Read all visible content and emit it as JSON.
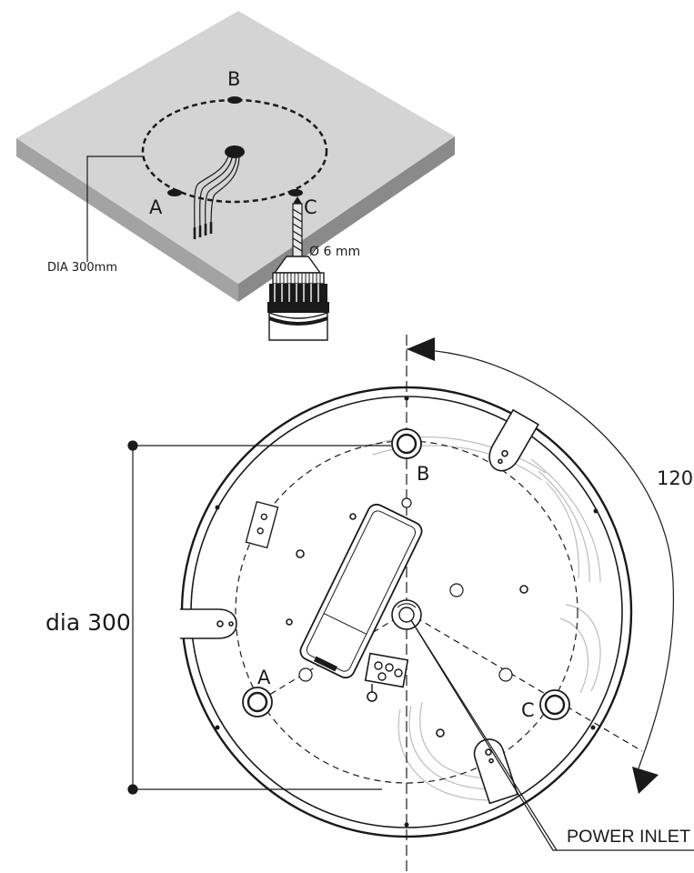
{
  "ceiling": {
    "point_b": "B",
    "point_a": "A",
    "point_c": "C",
    "diameter_label": "DIA 300mm",
    "drill_label": "Ø 6 mm"
  },
  "base": {
    "point_a": "A",
    "point_b": "B",
    "point_c": "C",
    "diameter_label": "dia 300",
    "angle_label": "120",
    "inlet_label": "POWER INLET"
  },
  "colors": {
    "line": "#1a1a1a",
    "ceiling_top": "#d4d4d4",
    "ceiling_side_left": "#a3a3a3",
    "ceiling_side_right": "#8a8a8a",
    "guide_arc": "#bdbdbd"
  }
}
